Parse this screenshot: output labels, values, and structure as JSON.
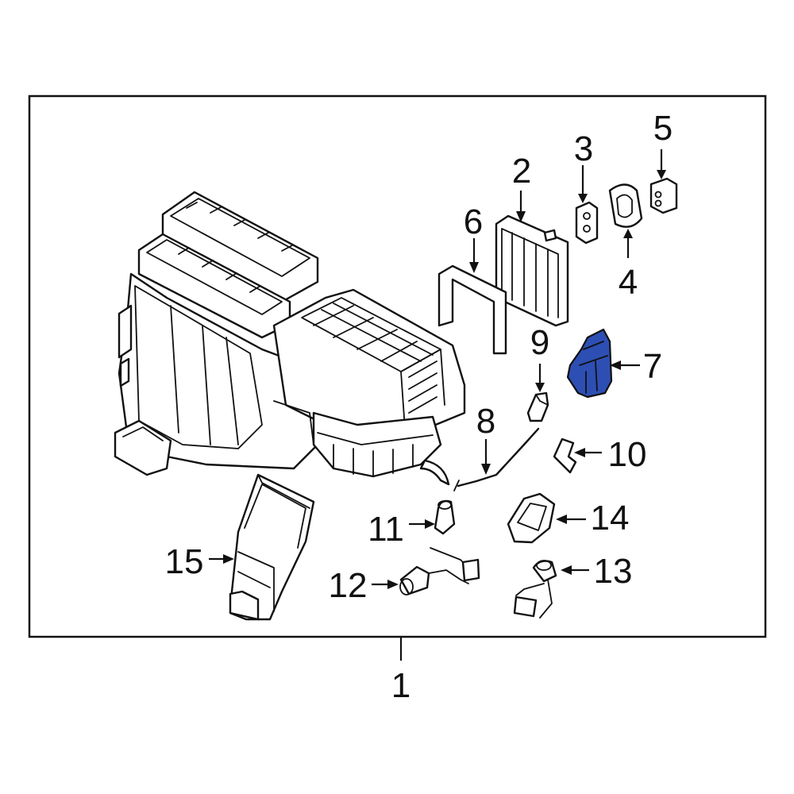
{
  "diagram": {
    "highlight_color": "#2d4fb4",
    "frame_color": "#111111",
    "callouts": [
      {
        "id": "1",
        "label": "1"
      },
      {
        "id": "2",
        "label": "2"
      },
      {
        "id": "3",
        "label": "3"
      },
      {
        "id": "4",
        "label": "4"
      },
      {
        "id": "5",
        "label": "5"
      },
      {
        "id": "6",
        "label": "6"
      },
      {
        "id": "7",
        "label": "7"
      },
      {
        "id": "8",
        "label": "8"
      },
      {
        "id": "9",
        "label": "9"
      },
      {
        "id": "10",
        "label": "10"
      },
      {
        "id": "11",
        "label": "11"
      },
      {
        "id": "12",
        "label": "12"
      },
      {
        "id": "13",
        "label": "13"
      },
      {
        "id": "14",
        "label": "14"
      },
      {
        "id": "15",
        "label": "15"
      }
    ],
    "highlighted_part": "7"
  }
}
